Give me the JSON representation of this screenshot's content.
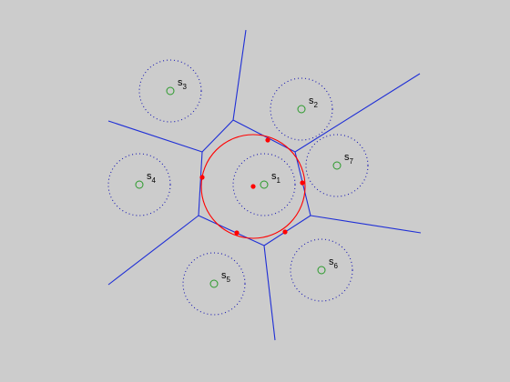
{
  "diagram": {
    "background_color": "#cccccc",
    "edge_color": "#1f2fd6",
    "site_circle_color": "#1a1ab3",
    "site_marker_color": "#2a9a2a",
    "inscribed_circle_color": "#ff0000",
    "sites": [
      {
        "id": "s1",
        "letter": "s",
        "sub": "1"
      },
      {
        "id": "s2",
        "letter": "s",
        "sub": "2"
      },
      {
        "id": "s3",
        "letter": "s",
        "sub": "3"
      },
      {
        "id": "s4",
        "letter": "s",
        "sub": "4"
      },
      {
        "id": "s5",
        "letter": "s",
        "sub": "5"
      },
      {
        "id": "s6",
        "letter": "s",
        "sub": "6"
      },
      {
        "id": "s7",
        "letter": "s",
        "sub": "7"
      }
    ]
  }
}
